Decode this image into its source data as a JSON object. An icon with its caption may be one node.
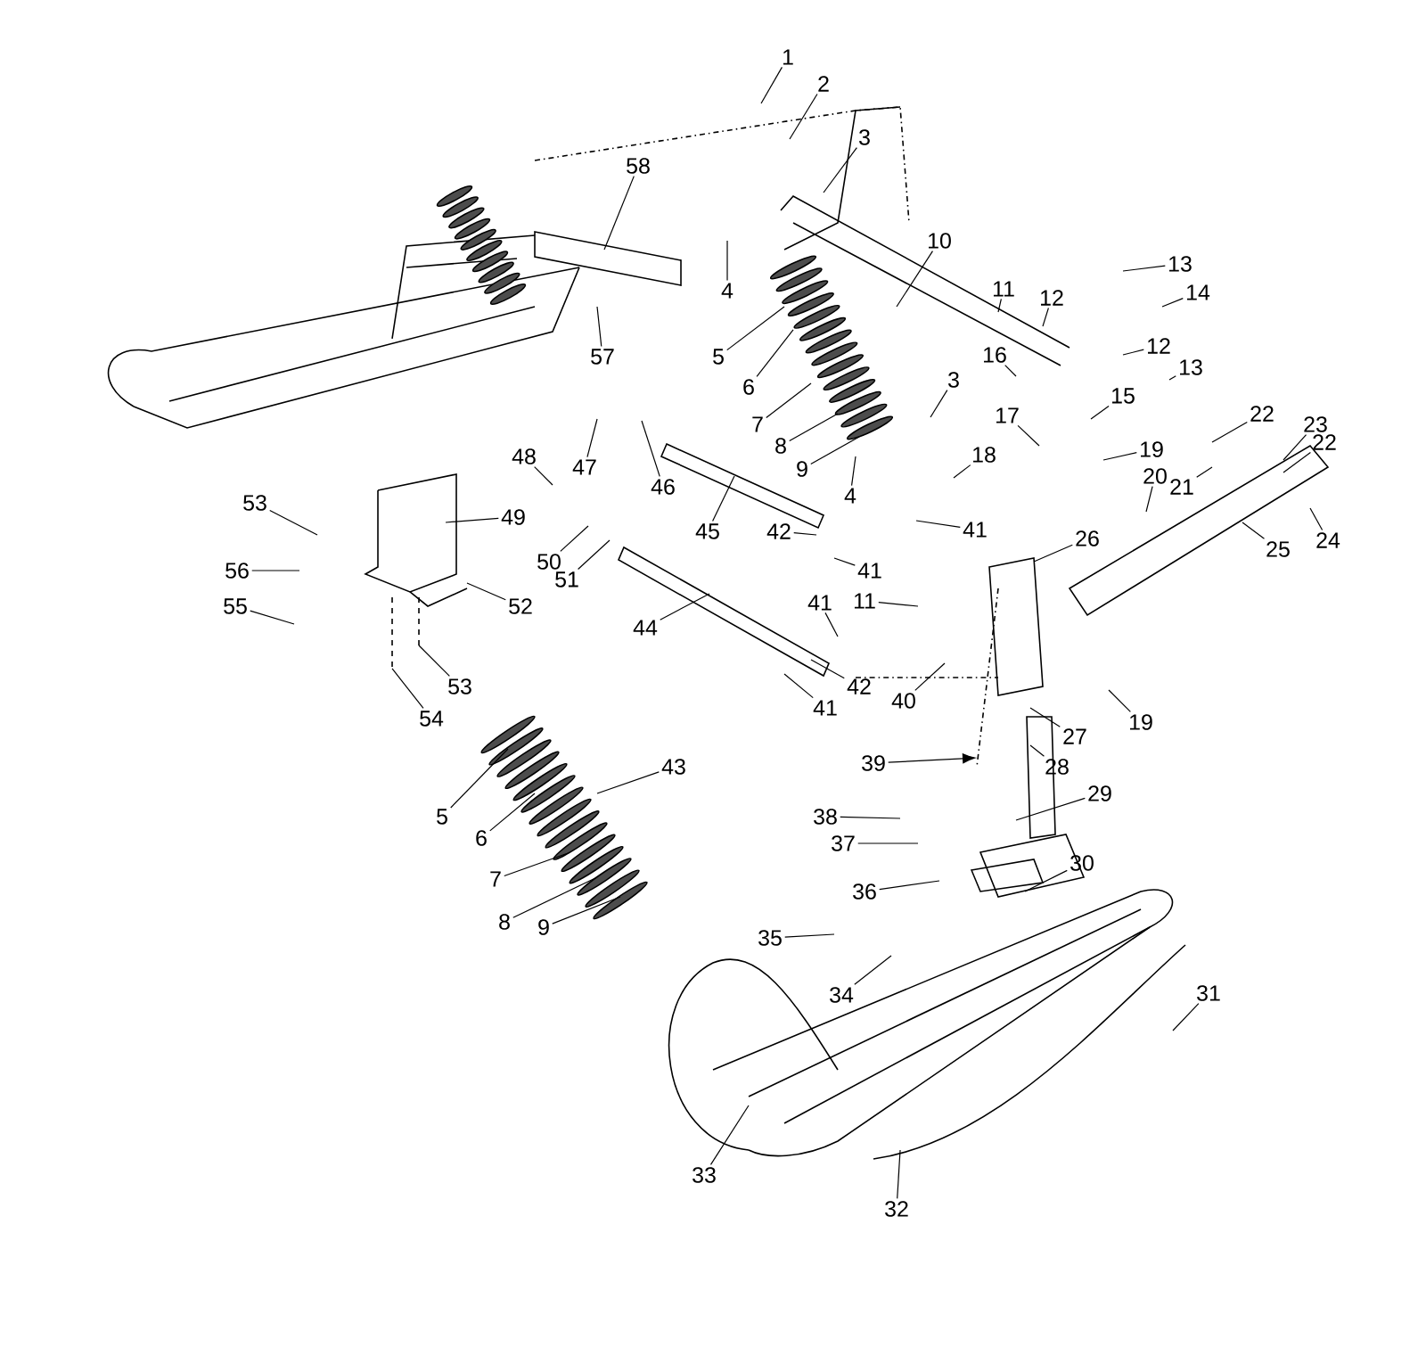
{
  "diagram": {
    "nodes": [
      {
        "text": [
          "1"
        ]
      },
      {
        "text": [
          "2"
        ]
      },
      {
        "text": [
          "3"
        ]
      },
      {
        "text": [
          "58"
        ]
      },
      {
        "text": [
          "13"
        ]
      },
      {
        "text": [
          "4"
        ]
      },
      {
        "text": [
          "11"
        ]
      },
      {
        "text": [
          "12"
        ]
      },
      {
        "text": [
          "14"
        ]
      },
      {
        "text": [
          "10"
        ]
      },
      {
        "text": [
          "12"
        ]
      },
      {
        "text": [
          "13"
        ]
      },
      {
        "text": [
          "5"
        ]
      },
      {
        "text": [
          "57"
        ]
      },
      {
        "text": [
          "16"
        ]
      },
      {
        "text": [
          "3"
        ]
      },
      {
        "text": [
          "6"
        ]
      },
      {
        "text": [
          "15"
        ]
      },
      {
        "text": [
          "22"
        ]
      },
      {
        "text": [
          "17"
        ]
      },
      {
        "text": [
          "7"
        ]
      },
      {
        "text": [
          "23"
        ]
      },
      {
        "text": [
          "22"
        ]
      },
      {
        "text": [
          "19"
        ]
      },
      {
        "text": [
          "8"
        ]
      },
      {
        "text": [
          "18"
        ]
      },
      {
        "text": [
          "48"
        ]
      },
      {
        "text": [
          "47"
        ]
      },
      {
        "text": [
          "9"
        ]
      },
      {
        "text": [
          "20"
        ]
      },
      {
        "text": [
          "21"
        ]
      },
      {
        "text": [
          "46"
        ]
      },
      {
        "text": [
          "4"
        ]
      },
      {
        "text": [
          "53"
        ]
      },
      {
        "text": [
          "49"
        ]
      },
      {
        "text": [
          "45"
        ]
      },
      {
        "text": [
          "42"
        ]
      },
      {
        "text": [
          "41"
        ]
      },
      {
        "text": [
          "26"
        ]
      },
      {
        "text": [
          "24"
        ]
      },
      {
        "text": [
          "25"
        ]
      },
      {
        "text": [
          "50"
        ]
      },
      {
        "text": [
          "56"
        ]
      },
      {
        "text": [
          "41"
        ]
      },
      {
        "text": [
          "51"
        ]
      },
      {
        "text": [
          "11"
        ]
      },
      {
        "text": [
          "41"
        ]
      },
      {
        "text": [
          "55"
        ]
      },
      {
        "text": [
          "52"
        ]
      },
      {
        "text": [
          "44"
        ]
      },
      {
        "text": [
          "42"
        ]
      },
      {
        "text": [
          "53"
        ]
      },
      {
        "text": [
          "40"
        ]
      },
      {
        "text": [
          "41"
        ]
      },
      {
        "text": [
          "54"
        ]
      },
      {
        "text": [
          "19"
        ]
      },
      {
        "text": [
          "27"
        ]
      },
      {
        "text": [
          "39"
        ]
      },
      {
        "text": [
          "43"
        ]
      },
      {
        "text": [
          "28"
        ]
      },
      {
        "text": [
          "29"
        ]
      },
      {
        "text": [
          "5"
        ]
      },
      {
        "text": [
          "38"
        ]
      },
      {
        "text": [
          "6"
        ]
      },
      {
        "text": [
          "37"
        ]
      },
      {
        "text": [
          "30"
        ]
      },
      {
        "text": [
          "7"
        ]
      },
      {
        "text": [
          "36"
        ]
      },
      {
        "text": [
          "8"
        ]
      },
      {
        "text": [
          "9"
        ]
      },
      {
        "text": [
          "35"
        ]
      },
      {
        "text": [
          "34"
        ]
      },
      {
        "text": [
          "31"
        ]
      },
      {
        "text": [
          "33"
        ]
      },
      {
        "text": [
          "32"
        ]
      }
    ],
    "edges": [
      {
        "from": 0,
        "to": null,
        "arrow": "none"
      },
      {
        "from": 1,
        "to": null,
        "arrow": "none"
      },
      {
        "from": 2,
        "to": null,
        "arrow": "none"
      },
      {
        "from": 3,
        "to": null,
        "arrow": "none"
      },
      {
        "from": 4,
        "to": null,
        "arrow": "none"
      },
      {
        "from": 5,
        "to": null,
        "arrow": "none"
      },
      {
        "from": 6,
        "to": null,
        "arrow": "none"
      },
      {
        "from": 7,
        "to": null,
        "arrow": "none"
      },
      {
        "from": 8,
        "to": null,
        "arrow": "none"
      },
      {
        "from": 9,
        "to": null,
        "arrow": "none"
      },
      {
        "from": 10,
        "to": null,
        "arrow": "none"
      },
      {
        "from": 11,
        "to": null,
        "arrow": "none"
      },
      {
        "from": 12,
        "to": null,
        "arrow": "none"
      },
      {
        "from": 13,
        "to": null,
        "arrow": "none"
      },
      {
        "from": 14,
        "to": null,
        "arrow": "none"
      },
      {
        "from": 15,
        "to": null,
        "arrow": "none"
      },
      {
        "from": 16,
        "to": null,
        "arrow": "none"
      },
      {
        "from": 17,
        "to": null,
        "arrow": "none"
      },
      {
        "from": 18,
        "to": null,
        "arrow": "none"
      },
      {
        "from": 19,
        "to": null,
        "arrow": "none"
      },
      {
        "from": 20,
        "to": null,
        "arrow": "none"
      },
      {
        "from": 21,
        "to": null,
        "arrow": "none"
      },
      {
        "from": 22,
        "to": null,
        "arrow": "none"
      },
      {
        "from": 23,
        "to": null,
        "arrow": "none"
      },
      {
        "from": 24,
        "to": null,
        "arrow": "none"
      },
      {
        "from": 25,
        "to": null,
        "arrow": "none"
      },
      {
        "from": 26,
        "to": null,
        "arrow": "none"
      },
      {
        "from": 27,
        "to": null,
        "arrow": "none"
      },
      {
        "from": 28,
        "to": null,
        "arrow": "none"
      },
      {
        "from": 29,
        "to": null,
        "arrow": "none"
      },
      {
        "from": 30,
        "to": null,
        "arrow": "none"
      },
      {
        "from": 31,
        "to": null,
        "arrow": "none"
      },
      {
        "from": 32,
        "to": null,
        "arrow": "none"
      },
      {
        "from": 33,
        "to": null,
        "arrow": "none"
      },
      {
        "from": 34,
        "to": null,
        "arrow": "none"
      },
      {
        "from": 35,
        "to": null,
        "arrow": "none"
      },
      {
        "from": 36,
        "to": null,
        "arrow": "none"
      },
      {
        "from": 37,
        "to": null,
        "arrow": "none"
      },
      {
        "from": 38,
        "to": null,
        "arrow": "none"
      },
      {
        "from": 39,
        "to": null,
        "arrow": "none"
      },
      {
        "from": 40,
        "to": null,
        "arrow": "none"
      },
      {
        "from": 41,
        "to": null,
        "arrow": "none"
      },
      {
        "from": 42,
        "to": null,
        "arrow": "none"
      },
      {
        "from": 43,
        "to": null,
        "arrow": "none"
      },
      {
        "from": 44,
        "to": null,
        "arrow": "none"
      },
      {
        "from": 45,
        "to": null,
        "arrow": "none"
      },
      {
        "from": 46,
        "to": null,
        "arrow": "none"
      },
      {
        "from": 47,
        "to": null,
        "arrow": "none"
      },
      {
        "from": 48,
        "to": null,
        "arrow": "none"
      },
      {
        "from": 49,
        "to": null,
        "arrow": "none"
      },
      {
        "from": 50,
        "to": null,
        "arrow": "none"
      },
      {
        "from": 51,
        "to": null,
        "arrow": "none"
      },
      {
        "from": 52,
        "to": null,
        "arrow": "none"
      },
      {
        "from": 53,
        "to": null,
        "arrow": "none"
      },
      {
        "from": 54,
        "to": null,
        "arrow": "none"
      },
      {
        "from": 55,
        "to": null,
        "arrow": "none"
      },
      {
        "from": 56,
        "to": null,
        "arrow": "none"
      },
      {
        "from": 57,
        "to": null,
        "arrow": "to"
      },
      {
        "from": 58,
        "to": null,
        "arrow": "none"
      },
      {
        "from": 59,
        "to": null,
        "arrow": "none"
      },
      {
        "from": 60,
        "to": null,
        "arrow": "none"
      },
      {
        "from": 61,
        "to": null,
        "arrow": "none"
      },
      {
        "from": 62,
        "to": null,
        "arrow": "none"
      },
      {
        "from": 63,
        "to": null,
        "arrow": "none"
      },
      {
        "from": 64,
        "to": null,
        "arrow": "none"
      },
      {
        "from": 65,
        "to": null,
        "arrow": "none"
      },
      {
        "from": 66,
        "to": null,
        "arrow": "none"
      },
      {
        "from": 67,
        "to": null,
        "arrow": "none"
      },
      {
        "from": 68,
        "to": null,
        "arrow": "none"
      },
      {
        "from": 69,
        "to": null,
        "arrow": "none"
      },
      {
        "from": 70,
        "to": null,
        "arrow": "none"
      },
      {
        "from": 71,
        "to": null,
        "arrow": "none"
      },
      {
        "from": 72,
        "to": null,
        "arrow": "none"
      },
      {
        "from": 73,
        "to": null,
        "arrow": "none"
      },
      {
        "from": 74,
        "to": null,
        "arrow": "none"
      }
    ]
  }
}
